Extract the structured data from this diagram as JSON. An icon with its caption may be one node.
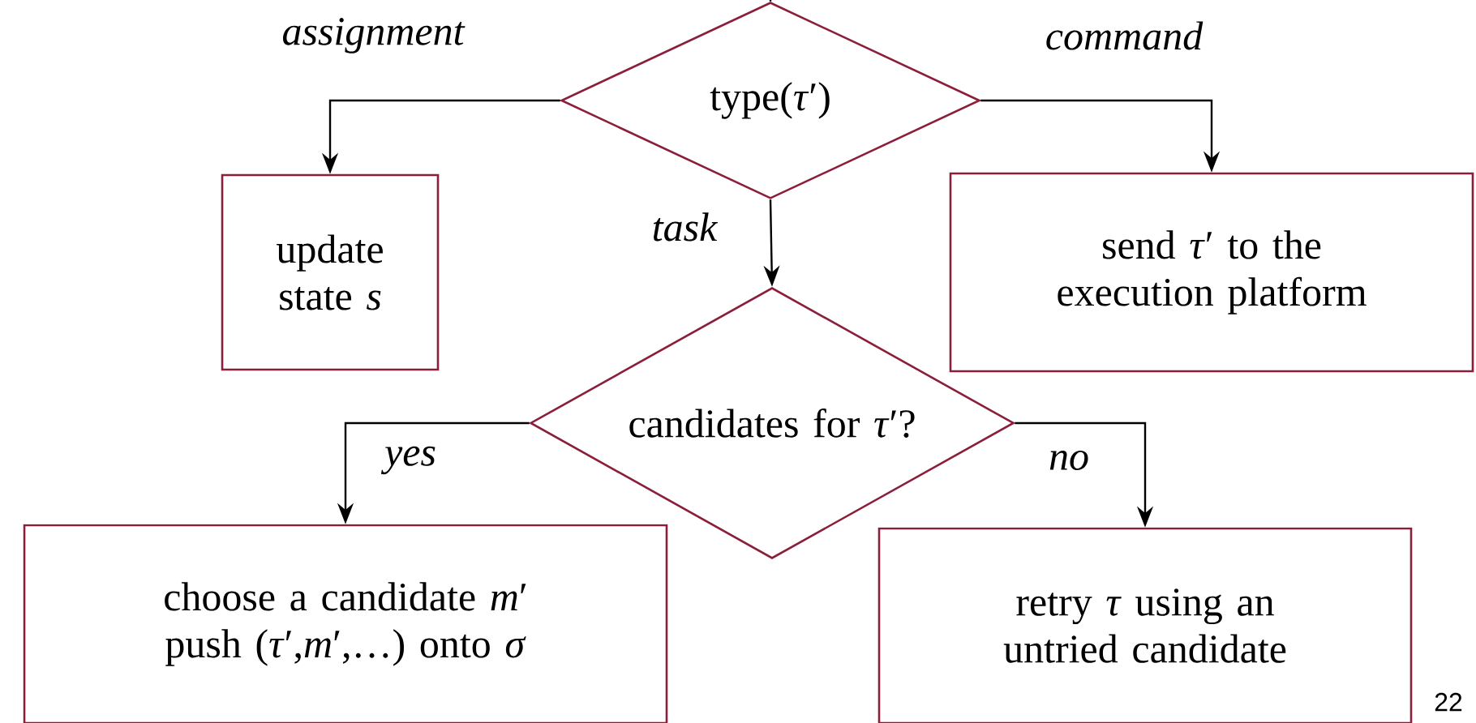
{
  "diagram": {
    "nodes": [
      {
        "text": [
          "type(*τ*′)"
        ]
      },
      {
        "text": [
          "update state *s*"
        ]
      },
      {
        "text": [
          "send *τ*′ to the execution platform"
        ]
      },
      {
        "text": [
          "candidates for *τ*′?"
        ]
      },
      {
        "text": [
          "choose a candidate *m*′ push (*τ*′,*m*′,…) onto *σ*"
        ]
      },
      {
        "text": [
          "retry *τ* using an untried candidate"
        ]
      }
    ],
    "edges": [
      {
        "from": null,
        "to": 0,
        "arrow": "none"
      },
      {
        "from": 0,
        "to": 1,
        "arrow": "to",
        "label": "assignment"
      },
      {
        "from": 0,
        "to": 2,
        "arrow": "to",
        "label": "command"
      },
      {
        "from": 0,
        "to": 3,
        "arrow": "to",
        "label": "task"
      },
      {
        "from": 3,
        "to": 4,
        "arrow": "to",
        "label": "yes"
      },
      {
        "from": 3,
        "to": 5,
        "arrow": "to",
        "label": "no"
      }
    ],
    "labels": [
      "22"
    ]
  }
}
